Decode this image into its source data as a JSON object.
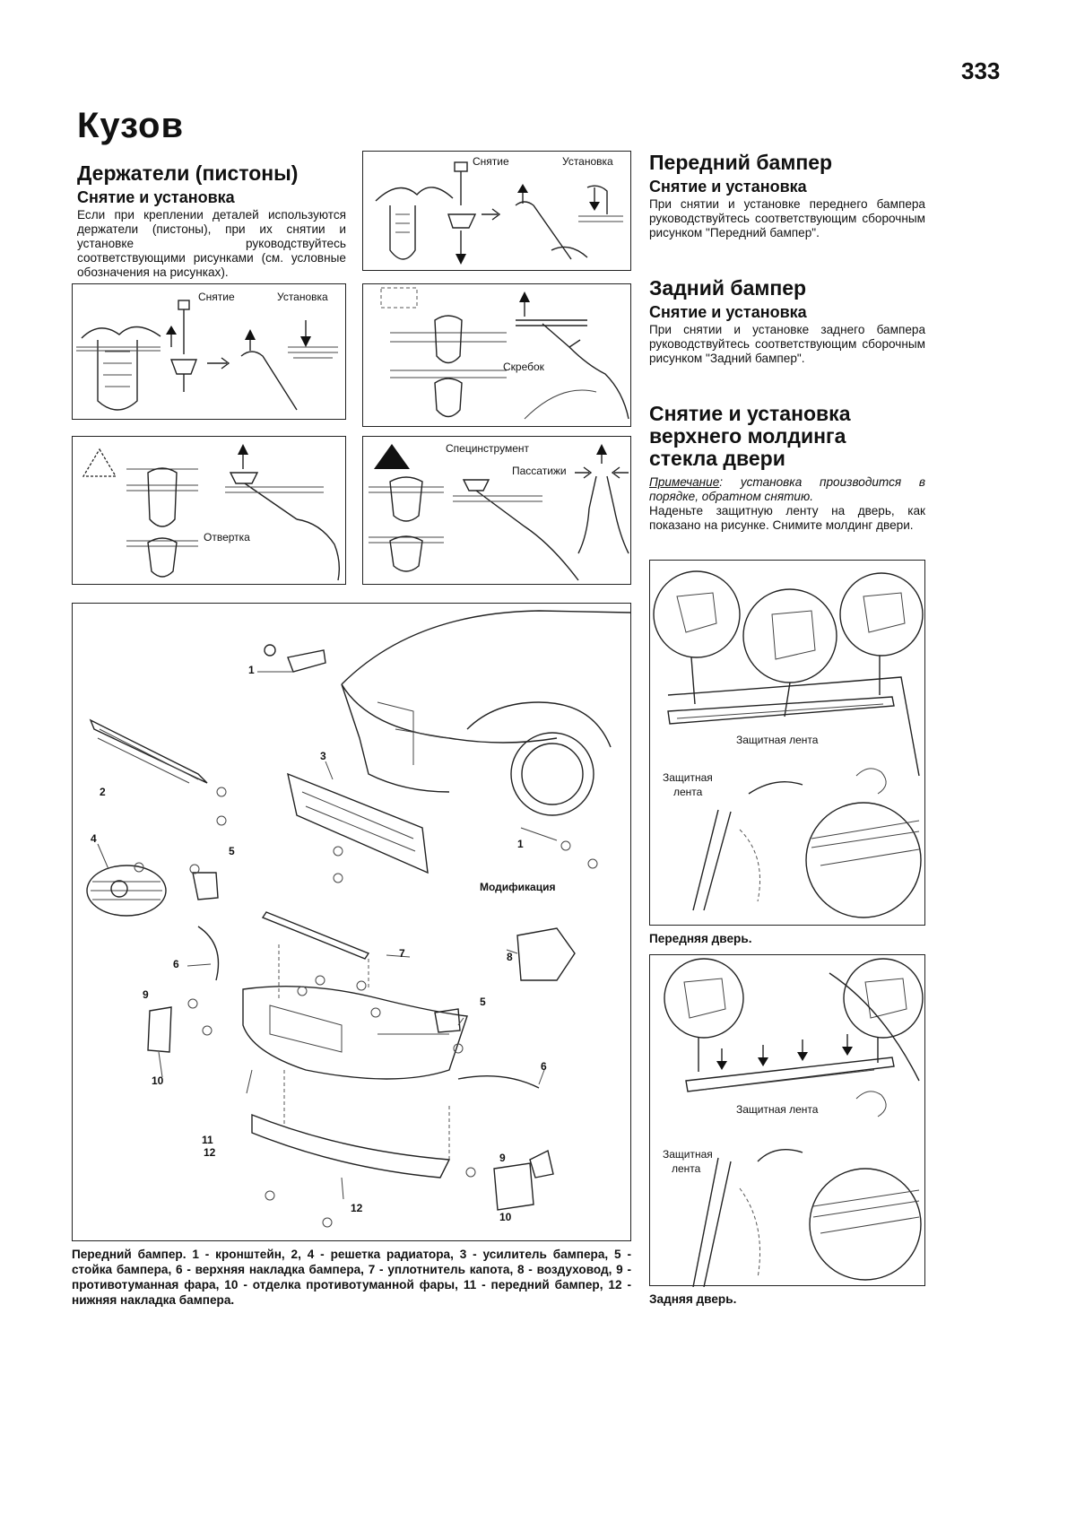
{
  "page": {
    "number": "333",
    "section_title": "Кузов"
  },
  "left": {
    "heading": "Держатели (пистоны)",
    "subheading": "Снятие и установка",
    "paragraph": "Если при креплении деталей используются держатели (пистоны), при их снятии и установке руководствуйтесь соответствующими рисунками (см. условные обозначения на рисунках)."
  },
  "figures": {
    "clip1": {
      "removal": "Снятие",
      "install": "Установка"
    },
    "clip2": {
      "removal": "Снятие",
      "install": "Установка"
    },
    "clip3": {
      "scraper": "Скребок"
    },
    "clip4": {
      "screwdriver": "Отвертка"
    },
    "clip5": {
      "special_tool": "Специнструмент",
      "pliers": "Пассатижи"
    }
  },
  "right": {
    "front_bumper": {
      "heading": "Передний бампер",
      "subheading": "Снятие и установка",
      "paragraph": "При снятии и установке переднего бампера руководствуйтесь соответствующим сборочным рисунком \"Передний бампер\"."
    },
    "rear_bumper": {
      "heading": "Задний бампер",
      "subheading": "Снятие и установка",
      "paragraph": "При снятии и установке заднего бампера руководствуйтесь соответствующим сборочным рисунком \"Задний бампер\"."
    },
    "molding": {
      "heading_line1": "Снятие и установка",
      "heading_line2": "верхнего молдинга",
      "heading_line3": "стекла двери",
      "note_label": "Примечание",
      "note_text": ": установка производится в порядке, обратном снятию.",
      "paragraph": "Наденьте защитную ленту на дверь, как показано на рисунке. Снимите молдинг двери."
    },
    "front_door": {
      "tape_label": "Защитная лента",
      "tape_label2_l1": "Защитная",
      "tape_label2_l2": "лента",
      "caption": "Передняя дверь."
    },
    "rear_door": {
      "tape_label": "Защитная лента",
      "tape_label2_l1": "Защитная",
      "tape_label2_l2": "лента",
      "caption": "Задняя дверь."
    }
  },
  "bumper_diagram": {
    "modification_label": "Модификация",
    "part_numbers": [
      "1",
      "2",
      "3",
      "4",
      "5",
      "6",
      "7",
      "8",
      "9",
      "10",
      "11",
      "12"
    ],
    "caption": "Передний бампер. 1 - кронштейн, 2, 4 - решетка радиатора, 3 - усилитель бампера, 5 - стойка бампера, 6 - верхняя накладка бампера, 7 - уплотнитель капота, 8 - воздуховод, 9 - противотуманная фара, 10 - отделка противотуманной фары, 11 - передний бампер, 12 - нижняя накладка бампера."
  }
}
